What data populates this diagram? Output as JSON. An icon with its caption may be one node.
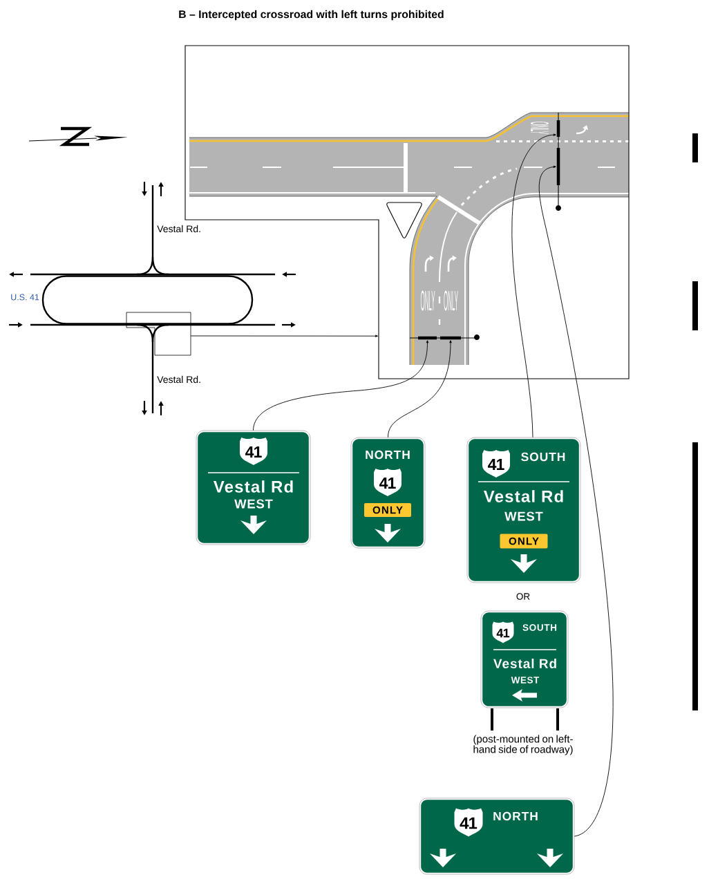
{
  "diagram": {
    "title": "B – Intercepted crossroad with left turns prohibited",
    "nodes": [
      {
        "text": [],
        "shape": "picture"
      },
      {
        "text": [],
        "shape": "bar",
        "in": 0
      },
      {
        "text": [],
        "shape": "bar",
        "in": 0
      },
      {
        "text": [],
        "shape": "bar",
        "in": 0
      },
      {
        "text": [],
        "shape": "bar",
        "in": 0
      },
      {
        "text": [],
        "shape": "box"
      },
      {
        "text": [
          "41",
          "Vestal Rd",
          "WEST"
        ]
      },
      {
        "text": [
          "NORTH",
          "41",
          "ONLY"
        ]
      },
      {
        "text": [
          "41",
          "SOUTH",
          "Vestal Rd",
          "WEST",
          "ONLY"
        ]
      },
      {
        "text": [
          "41",
          "SOUTH",
          "Vestal Rd",
          "WEST"
        ],
        "beside": [
          "(post-mounted on left-hand side of roadway)"
        ]
      },
      {
        "text": [
          "41",
          "NORTH"
        ]
      }
    ],
    "edges": [
      {
        "from": 5,
        "to": 0,
        "arrow": "to"
      },
      {
        "from": 6,
        "to": 3,
        "arrow": "to"
      },
      {
        "from": 7,
        "to": 4,
        "arrow": "to"
      },
      {
        "from": 8,
        "to": 1,
        "arrow": "to"
      },
      {
        "from": 10,
        "to": 2,
        "arrow": "to"
      }
    ],
    "labels": [
      "ONLY",
      "Vestal Rd.",
      "U.S. 41",
      "ONLY",
      "ONLY",
      "Vestal Rd.",
      "OR"
    ]
  }
}
